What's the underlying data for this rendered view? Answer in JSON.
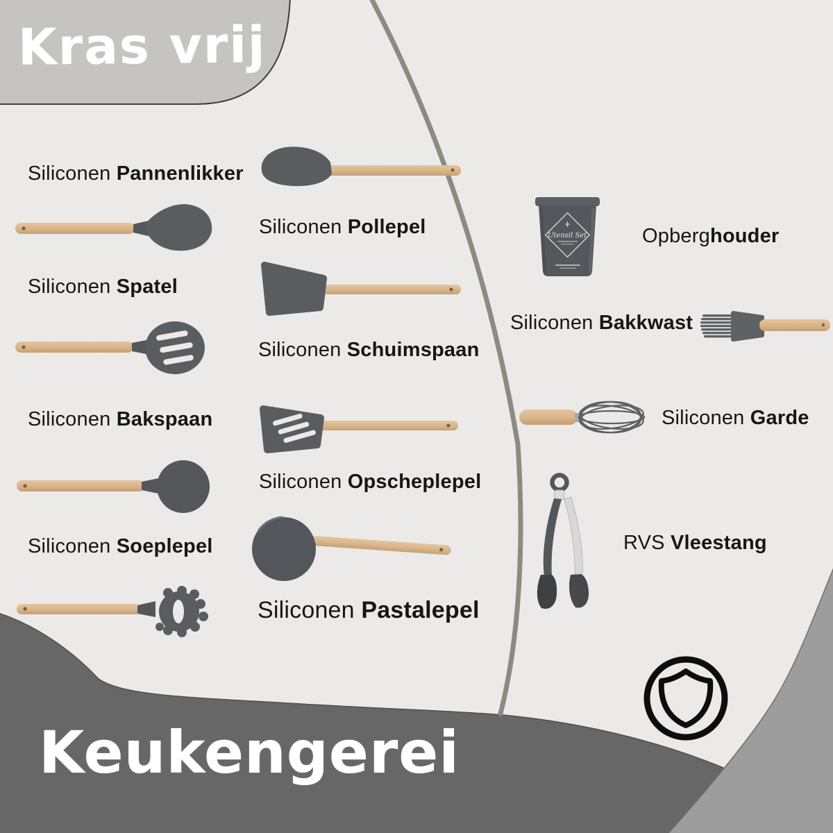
{
  "badges": {
    "top": "Kras vrij",
    "bottom": "Keukengerei"
  },
  "columns": {
    "left": [
      {
        "prefix": "Siliconen ",
        "name": "Pannenlikker"
      },
      {
        "prefix": "Siliconen ",
        "name": "Spatel"
      },
      {
        "prefix": "Siliconen ",
        "name": "Bakspaan"
      },
      {
        "prefix": "Siliconen ",
        "name": "Soeplepel"
      }
    ],
    "middle": [
      {
        "prefix": "Siliconen ",
        "name": "Pollepel"
      },
      {
        "prefix": "Siliconen ",
        "name": "Schuimspaan"
      },
      {
        "prefix": "Siliconen ",
        "name": "Opscheplepel"
      },
      {
        "prefix": "Siliconen ",
        "name": "Pastalepel"
      }
    ],
    "right": [
      {
        "prefix": "Opberg",
        "name": "houder"
      },
      {
        "prefix": "Siliconen ",
        "name": "Bakkwast"
      },
      {
        "prefix": "Siliconen ",
        "name": "Garde"
      },
      {
        "prefix": "RVS ",
        "name": "Vleestang"
      }
    ]
  },
  "container": {
    "print": "Utensil Set"
  },
  "colors": {
    "background": "#ebeae8",
    "top_badge_blob": "#c5c4c2",
    "bottom_wave": "#676767",
    "corner_blob": "#9d9d9d",
    "divider_line": "#8b8b83",
    "silicone": "#5a5d60",
    "wood": "#d9b68c",
    "label_text": "#161616",
    "chalk_text": "#ffffff"
  }
}
